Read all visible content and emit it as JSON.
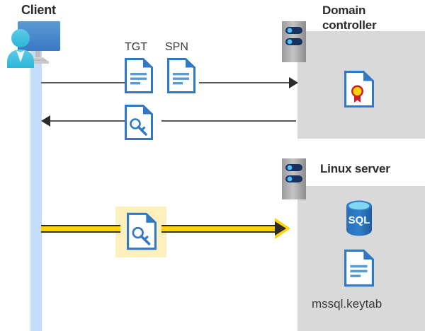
{
  "diagram": {
    "title": "Kerberos authentication flow between client, domain controller and Linux SQL server",
    "background": "#ffffff",
    "panel_color": "#d9d9d9",
    "highlight_color": "#fdf0bd",
    "accent_yellow": "#ffd400",
    "accent_blue": "#3178c6",
    "lifeline_color": "#c3ddfb"
  },
  "actors": {
    "client": {
      "label": "Client",
      "icon": "workstation-user-icon"
    },
    "domain_controller": {
      "label": "Domain\ncontroller",
      "icon": "server-icon",
      "contents": [
        {
          "name": "certificate-icon",
          "label": ""
        }
      ]
    },
    "linux_server": {
      "label": "Linux server",
      "icon": "server-icon",
      "contents": [
        {
          "name": "sql-database-icon",
          "label": "SQL"
        },
        {
          "name": "keytab-document-icon",
          "label": "mssql.keytab"
        }
      ]
    }
  },
  "messages": [
    {
      "id": "request",
      "direction": "client-to-domain-controller",
      "labels": [
        "TGT",
        "SPN"
      ],
      "icons": [
        "document-icon",
        "document-icon"
      ],
      "style": "thin-dark-arrow",
      "color": "#595959"
    },
    {
      "id": "response",
      "direction": "domain-controller-to-client",
      "labels": [],
      "icons": [
        "key-document-icon"
      ],
      "style": "thin-dark-arrow",
      "color": "#595959"
    },
    {
      "id": "keytab-auth",
      "direction": "client-to-linux-server",
      "labels": [],
      "icons": [
        "key-document-icon"
      ],
      "style": "thick-yellow-arrow",
      "color": "#ffd400",
      "highlighted": true
    }
  ],
  "labels": {
    "tgt": "TGT",
    "spn": "SPN",
    "keytab_file": "mssql.keytab",
    "sql": "SQL"
  }
}
